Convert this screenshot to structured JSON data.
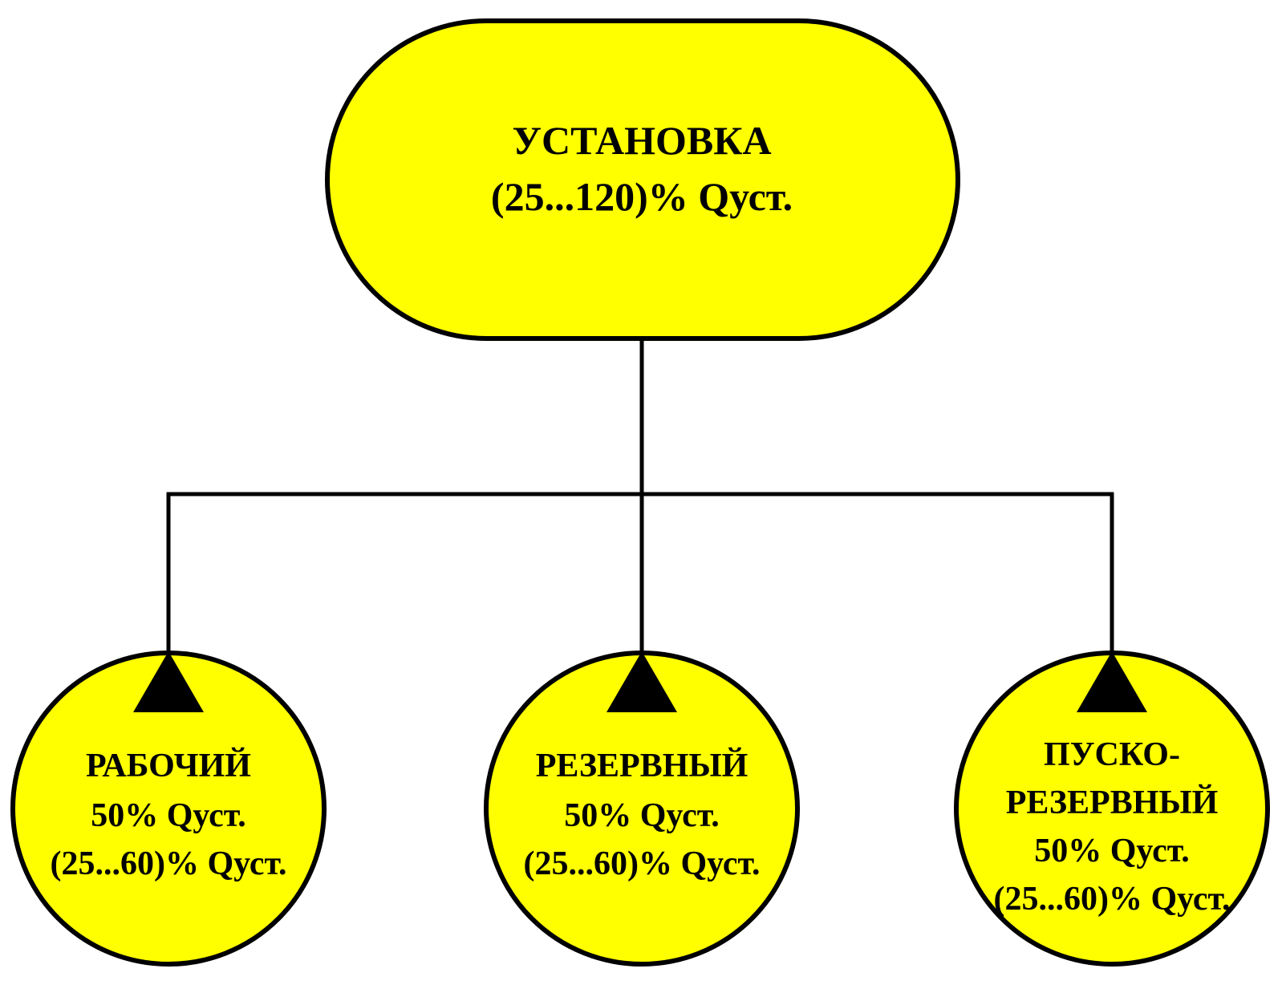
{
  "colors": {
    "node_fill": "#FFFF00",
    "stroke": "#000000",
    "background": "#FFFFFF"
  },
  "root": {
    "title": "УСТАНОВКА",
    "range": "(25...120)% Qуст."
  },
  "children": [
    {
      "title_lines": [
        "РАБОЧИЙ"
      ],
      "share": "50% Qуст.",
      "range": "(25...60)% Qуст.",
      "marker": "triangle-icon"
    },
    {
      "title_lines": [
        "РЕЗЕРВНЫЙ"
      ],
      "share": "50% Qуст.",
      "range": "(25...60)% Qуст.",
      "marker": "triangle-icon"
    },
    {
      "title_lines": [
        "ПУСКО-",
        "РЕЗЕРВНЫЙ"
      ],
      "share": "50% Qуст.",
      "range": "(25...60)% Qуст.",
      "marker": "triangle-icon"
    }
  ]
}
